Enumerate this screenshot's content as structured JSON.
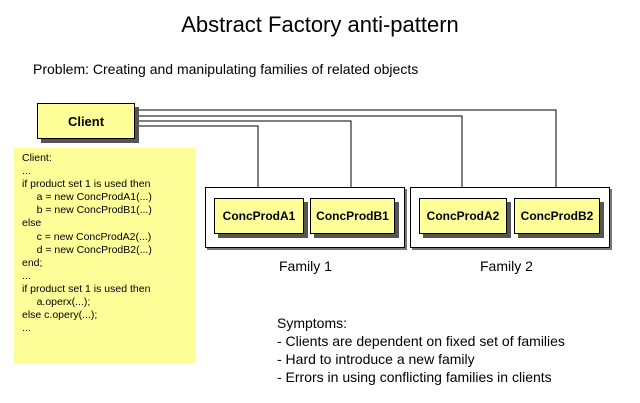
{
  "title": "Abstract Factory anti-pattern",
  "problem": "Problem: Creating and manipulating families of related objects",
  "client_label": "Client",
  "products": {
    "a1": "ConcProdA1",
    "b1": "ConcProdB1",
    "a2": "ConcProdA2",
    "b2": "ConcProdB2"
  },
  "families": {
    "family1": "Family 1",
    "family2": "Family 2"
  },
  "code_lines": [
    "Client:",
    "...",
    "if product set 1 is used then",
    "     a = new ConcProdA1(...)",
    "     b = new ConcProdB1(...)",
    "else",
    "     c = new ConcProdA2(...)",
    "     d = new ConcProdB2(...)",
    "end;",
    "...",
    "if product set 1 is used then",
    "     a.operx(...);",
    "else c.opery(...);",
    "..."
  ],
  "symptoms": {
    "heading": "Symptoms:",
    "items": [
      "- Clients are dependent on fixed set of families",
      "- Hard to introduce a new family",
      "- Errors in using conflicting families in clients"
    ]
  }
}
